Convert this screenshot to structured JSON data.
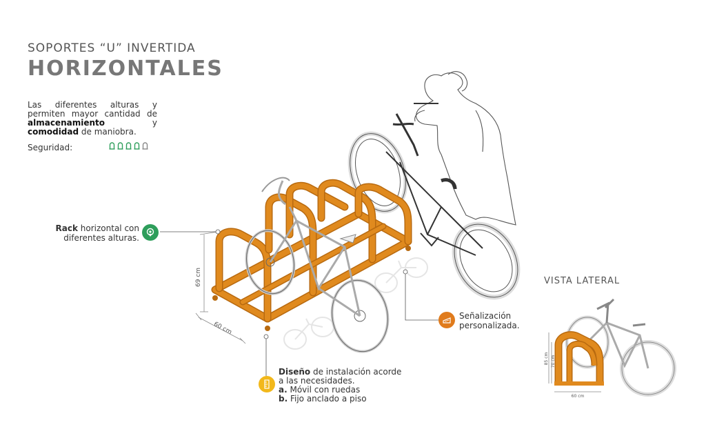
{
  "title": {
    "top": "SOPORTES “U” INVERTIDA",
    "main": "HORIZONTALES"
  },
  "description": {
    "part1": "Las diferentes alturas y permiten mayor cantidad de ",
    "bold1": "almacenamiento",
    "part2": " y ",
    "bold2": "comodidad",
    "part3": " de maniobra."
  },
  "security": {
    "label": "Seguridad:",
    "level": 4,
    "max": 5
  },
  "callouts": {
    "rack": {
      "bold": "Rack",
      "rest1": " horizontal con",
      "rest2": "diferentes alturas."
    },
    "senalizacion": {
      "line1": "Señalización",
      "line2": "personalizada."
    },
    "diseno": {
      "bold": "Diseño",
      "rest1": " de instalación acorde",
      "line2": "a las necesidades.",
      "a_bold": "a.",
      "a_text": " Móvil con ruedas",
      "b_bold": "b.",
      "b_text": " Fijo anclado a piso"
    }
  },
  "dimensions": {
    "height_main": "69 cm",
    "width_main": "60 cm",
    "lateral_h1": "70 cm",
    "lateral_h2": "85 cm",
    "lateral_w": "60 cm"
  },
  "vista_lateral": "VISTA LATERAL",
  "colors": {
    "rack": "#e08a1e",
    "rack_dark": "#b86a10",
    "green": "#2e9e5b",
    "orange_badge": "#e07b1c",
    "yellow_badge": "#f2b81b",
    "lock_green": "#2e9e5b",
    "lock_gray": "#888888"
  },
  "icons": {
    "rack_badge": "location-pin-icon",
    "senal_badge": "signage-icon",
    "diseno_badge": "ruler-icon",
    "security": "lock-icon"
  }
}
